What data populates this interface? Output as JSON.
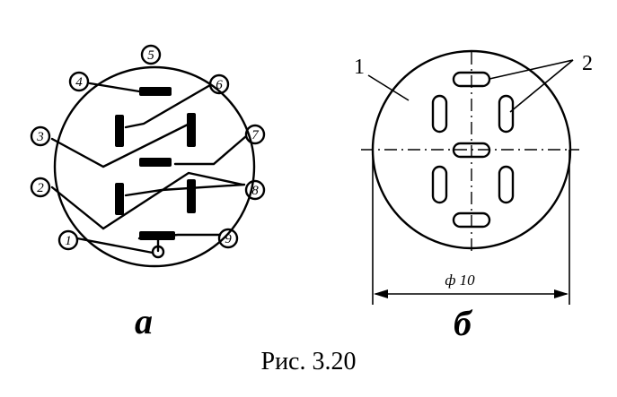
{
  "panel_a": {
    "label": "а",
    "pins": [
      {
        "id": "1",
        "text": "1"
      },
      {
        "id": "2",
        "text": "2"
      },
      {
        "id": "3",
        "text": "3"
      },
      {
        "id": "4",
        "text": "4"
      },
      {
        "id": "5",
        "text": "5"
      },
      {
        "id": "6",
        "text": "6"
      },
      {
        "id": "7",
        "text": "7"
      },
      {
        "id": "8",
        "text": "8"
      },
      {
        "id": "9",
        "text": "9"
      }
    ]
  },
  "panel_b": {
    "label": "б",
    "callouts": {
      "one": "1",
      "two": "2"
    },
    "diameter_label": "ф 10"
  },
  "caption": "Рис.  3.20"
}
